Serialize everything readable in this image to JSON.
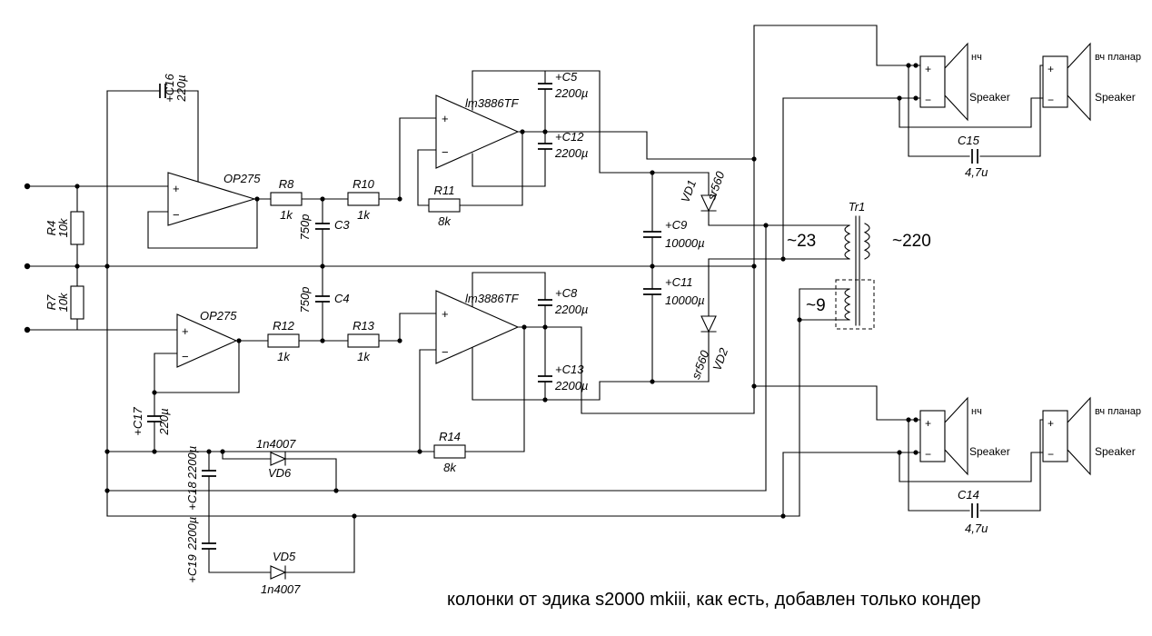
{
  "caption": "колонки от эдика s2000 mkiii,  как есть, добавлен только кондер",
  "symbols": {
    "plus": "+",
    "minus": "−"
  },
  "amps": {
    "op1": "OP275",
    "op2": "OP275",
    "ic1": "lm3886TF",
    "ic2": "lm3886TF"
  },
  "resistors": {
    "r4": {
      "name": "R4",
      "value": "10k"
    },
    "r7": {
      "name": "R7",
      "value": "10k"
    },
    "r8": {
      "name": "R8",
      "value": "1k"
    },
    "r10": {
      "name": "R10",
      "value": "1k"
    },
    "r11": {
      "name": "R11",
      "value": "8k"
    },
    "r12": {
      "name": "R12",
      "value": "1k"
    },
    "r13": {
      "name": "R13",
      "value": "1k"
    },
    "r14": {
      "name": "R14",
      "value": "8k"
    }
  },
  "capacitors": {
    "c3": {
      "name": "C3",
      "value": "750p"
    },
    "c4": {
      "name": "C4",
      "value": "750p"
    },
    "c5": {
      "name": "+C5",
      "value": "2200µ"
    },
    "c8": {
      "name": "+C8",
      "value": "2200µ"
    },
    "c9": {
      "name": "+C9",
      "value": "10000µ"
    },
    "c11": {
      "name": "+C11",
      "value": "10000µ"
    },
    "c12": {
      "name": "+C12",
      "value": "2200µ"
    },
    "c13": {
      "name": "+C13",
      "value": "2200µ"
    },
    "c14": {
      "name": "C14",
      "value": "4,7u"
    },
    "c15": {
      "name": "C15",
      "value": "4,7u"
    },
    "c16": {
      "name": "+C16",
      "value": "220µ"
    },
    "c17": {
      "name": "+C17",
      "value": "220µ"
    },
    "c18": {
      "name": "+C18",
      "value": "2200µ"
    },
    "c19": {
      "name": "+C19",
      "value": "2200µ"
    }
  },
  "diodes": {
    "vd1": {
      "name": "VD1",
      "value": "sr560"
    },
    "vd2": {
      "name": "VD2",
      "value": "sr560"
    },
    "vd5": {
      "name": "VD5",
      "value": "1n4007"
    },
    "vd6": {
      "name": "VD6",
      "value": "1n4007"
    }
  },
  "transformer": {
    "name": "Tr1",
    "secondary": "~23",
    "mains": "~220",
    "aux": "~9"
  },
  "speakers": {
    "woofer": "нч",
    "tweeter": "вч планар",
    "label": "Speaker"
  }
}
